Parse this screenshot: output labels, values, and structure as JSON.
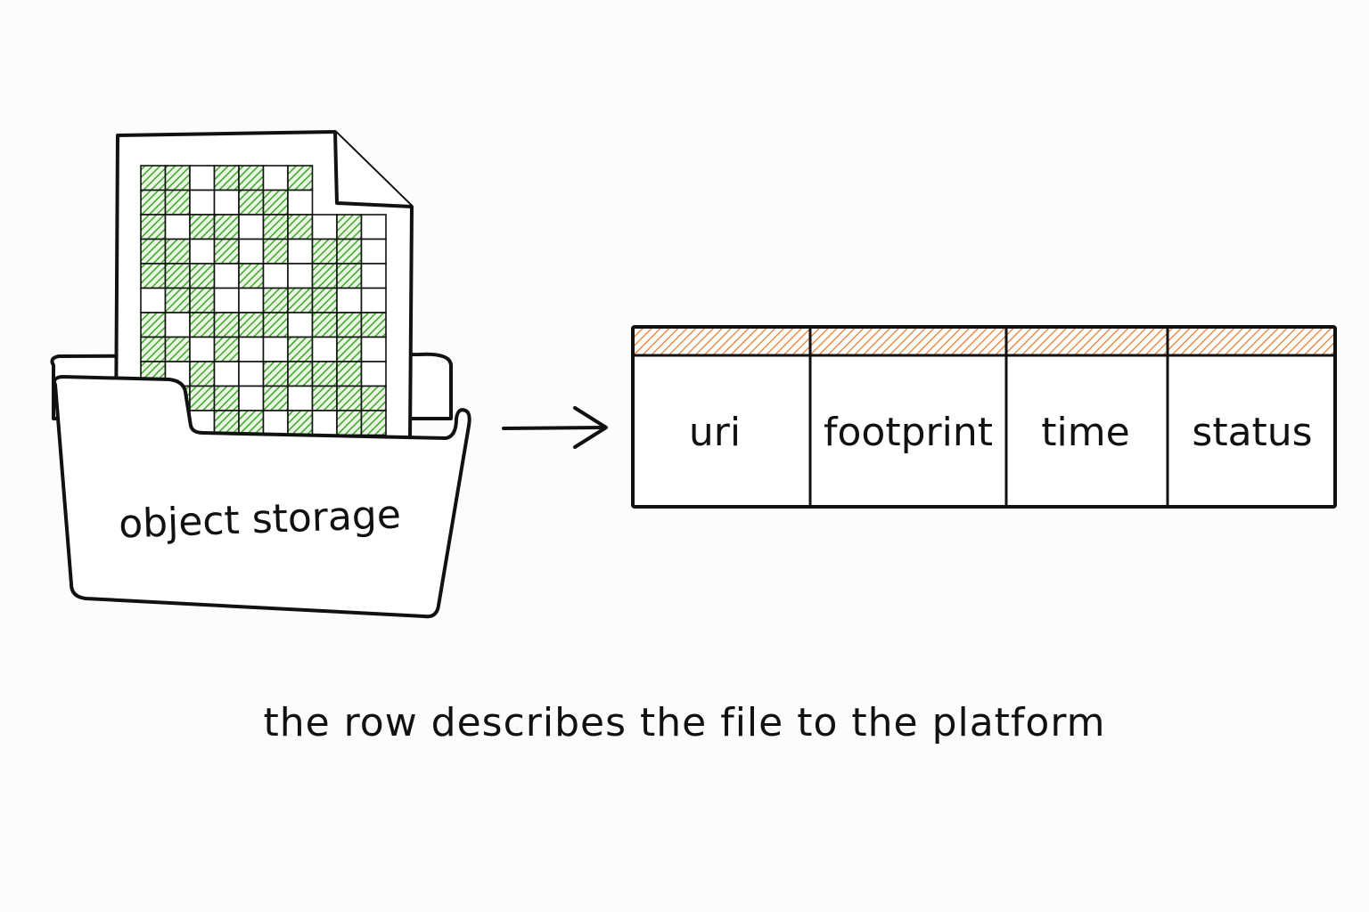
{
  "storage": {
    "label": "object storage",
    "icon": "folder-with-grid-file-icon",
    "grid_color": "#3fa52a"
  },
  "arrow": {
    "icon": "right-arrow-icon"
  },
  "table_row": {
    "header_color": "#e8792a",
    "columns": [
      "uri",
      "footprint",
      "time",
      "status"
    ]
  },
  "caption": "the row describes the file to the platform"
}
